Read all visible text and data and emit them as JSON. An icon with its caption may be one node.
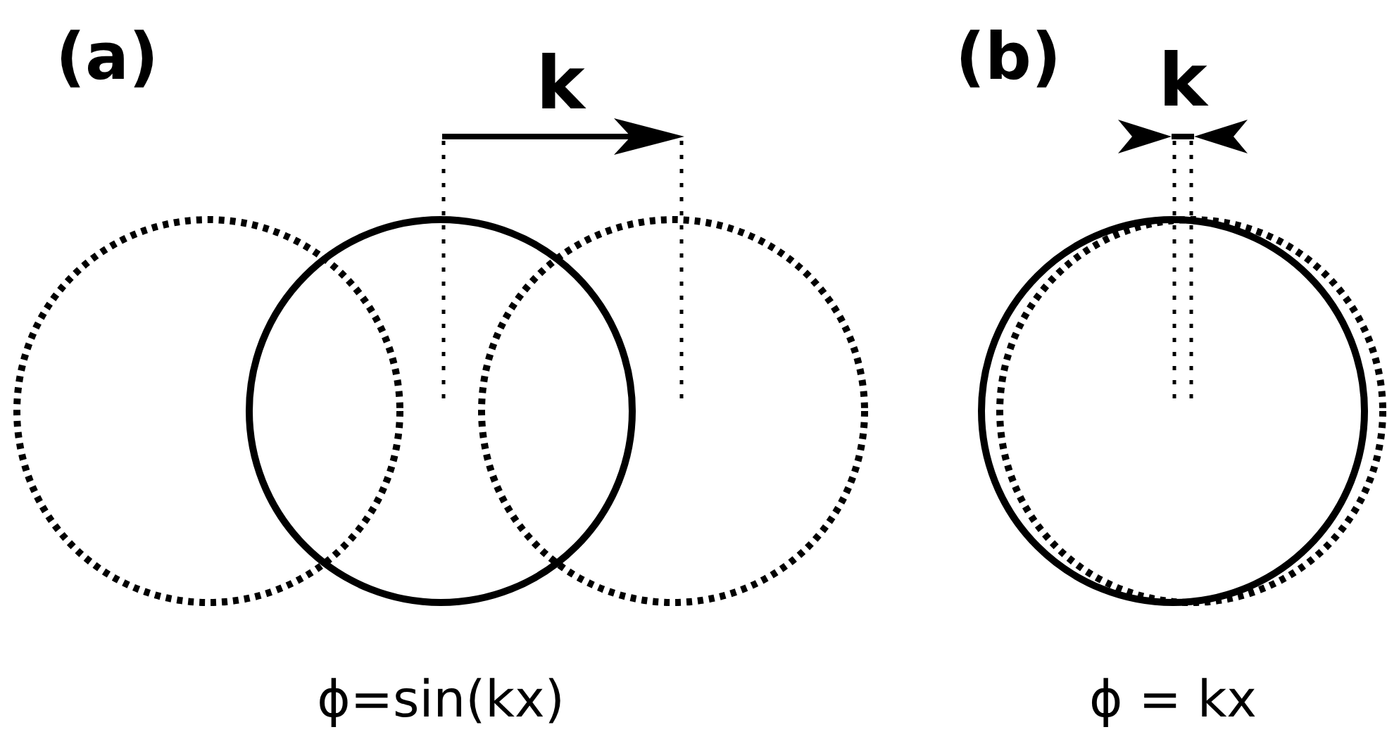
{
  "diagram": {
    "labels": [
      "(a)",
      "k",
      "(b)",
      "k",
      "ϕ=sin(kx)",
      "ϕ = kx"
    ]
  }
}
